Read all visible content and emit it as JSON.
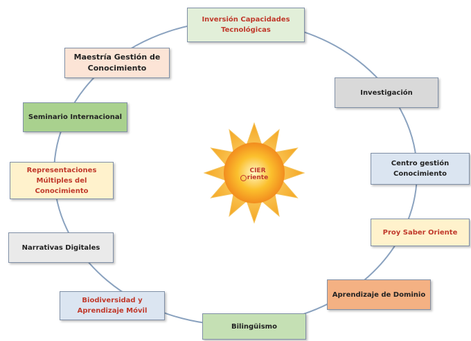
{
  "center": {
    "line1": "CIER",
    "line2": "riente",
    "icon": "power-icon"
  },
  "colors": {
    "ring": "#8aa2bf",
    "sun_rays": "#f5a623",
    "sun_core": "#f28c1e",
    "red_text": "#c0392b",
    "dark_text": "#222222"
  },
  "nodes": [
    {
      "id": "inversion",
      "text": "Inversión Capacidades Tecnológicas",
      "bg": "#e2efd9",
      "color": "#c0392b"
    },
    {
      "id": "investigacion",
      "text": "Investigación",
      "bg": "#d9d9d9",
      "color": "#222222"
    },
    {
      "id": "centro",
      "text": "Centro gestión Conocimiento",
      "bg": "#dbe5f1",
      "color": "#222222"
    },
    {
      "id": "proy",
      "text": "Proy Saber Oriente",
      "bg": "#fff2cc",
      "color": "#c0392b"
    },
    {
      "id": "aprendizaje",
      "text": "Aprendizaje de Dominio",
      "bg": "#f4b183",
      "color": "#222222"
    },
    {
      "id": "bilinguismo",
      "text": "Bilingüismo",
      "bg": "#c5e0b4",
      "color": "#222222"
    },
    {
      "id": "biodiversidad",
      "text": "Biodiversidad y Aprendizaje Móvil",
      "bg": "#dbe5f1",
      "color": "#c0392b"
    },
    {
      "id": "narrativas",
      "text": "Narrativas Digitales",
      "bg": "#eaeaea",
      "color": "#222222"
    },
    {
      "id": "representaciones",
      "text": "Representaciones Múltiples del Conocimiento",
      "bg": "#fff2cc",
      "color": "#c0392b"
    },
    {
      "id": "seminario",
      "text": "Seminario Internacional",
      "bg": "#a9d18e",
      "color": "#222222"
    },
    {
      "id": "maestria",
      "text": "Maestría Gestión de Conocimiento",
      "bg": "#fce4d6",
      "color": "#222222"
    }
  ]
}
